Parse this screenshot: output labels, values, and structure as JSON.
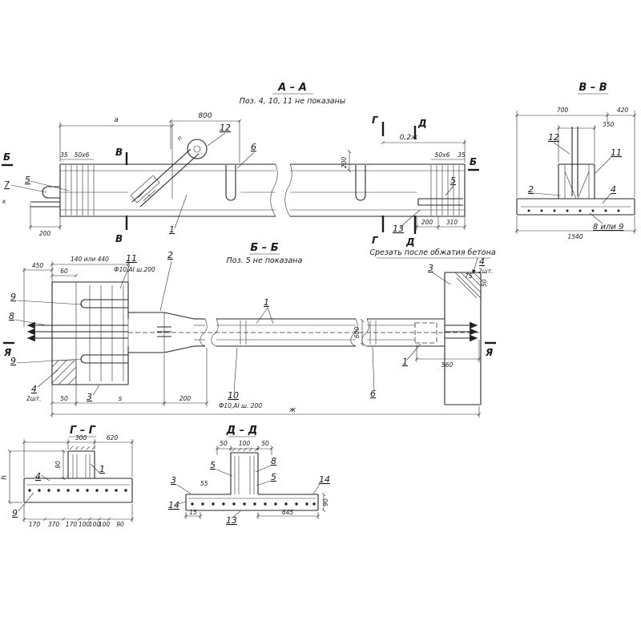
{
  "drawing": {
    "aa": {
      "title": "А – А",
      "subtitle": "Поз. 4, 10, 11 не показаны",
      "dim_a": "а",
      "dim_800": "800",
      "dim_n": "п",
      "pos12": "12",
      "pos6": "6",
      "mark_v": "В",
      "mark_g": "Г",
      "mark_d": "Д",
      "mark_b": "Б",
      "dim_35": "35",
      "dim_50x6": "50х6",
      "pos7": "7",
      "pos5": "5",
      "dim_k": "к",
      "dim_200": "200",
      "pos1": "1",
      "dim_02zh": "0,2ж",
      "dim_200v": "200",
      "pos13": "13",
      "dim_310": "310"
    },
    "vv": {
      "title": "В – В",
      "dim_700": "700",
      "dim_420": "420",
      "dim_350": "350",
      "pos12": "12",
      "pos11": "11",
      "pos2": "2",
      "pos4": "4",
      "pos8or9": "8 или 9",
      "dim_1540": "1540"
    },
    "bb": {
      "title": "Б – Б",
      "subtitle": "Поз. 5 не показана",
      "note": "Срезать после обжатия бетона",
      "dim_140or440": "140 или 440",
      "dim_450": "450",
      "dim_60": "60",
      "pos11": "11",
      "spec11": "Ф10,АI ш.200",
      "pos2": "2",
      "pos9": "9",
      "pos8": "8",
      "mark_ya": "Я",
      "pos4": "4",
      "note_2sht": "2шт.",
      "pos3": "3",
      "dim_50": "50",
      "dim_s": "s",
      "dim_200": "200",
      "pos10": "10",
      "spec10": "Ф10,АI ш. 200",
      "dim_zh": "ж",
      "pos1": "1",
      "dim_600": "600",
      "pos6": "6",
      "dim_560": "560",
      "dim_75": "75",
      "dim_50r": "50"
    },
    "gg": {
      "title": "Г – Г",
      "dim_300": "300",
      "dim_620": "620",
      "dim_90": "90",
      "pos4": "4",
      "pos1": "1",
      "dim_h": "h",
      "pos9": "9",
      "bottom_dims": [
        "170",
        "370",
        "170",
        "100",
        "100",
        "100",
        "90"
      ]
    },
    "dd": {
      "title": "Д – Д",
      "dim_50": "50",
      "dim_100": "100",
      "pos8": "8",
      "pos5": "5",
      "pos3": "3",
      "dim_55": "55",
      "pos14": "14",
      "pos13": "13",
      "dim_645": "645",
      "dim_15": "15",
      "dim_90": "90"
    }
  }
}
